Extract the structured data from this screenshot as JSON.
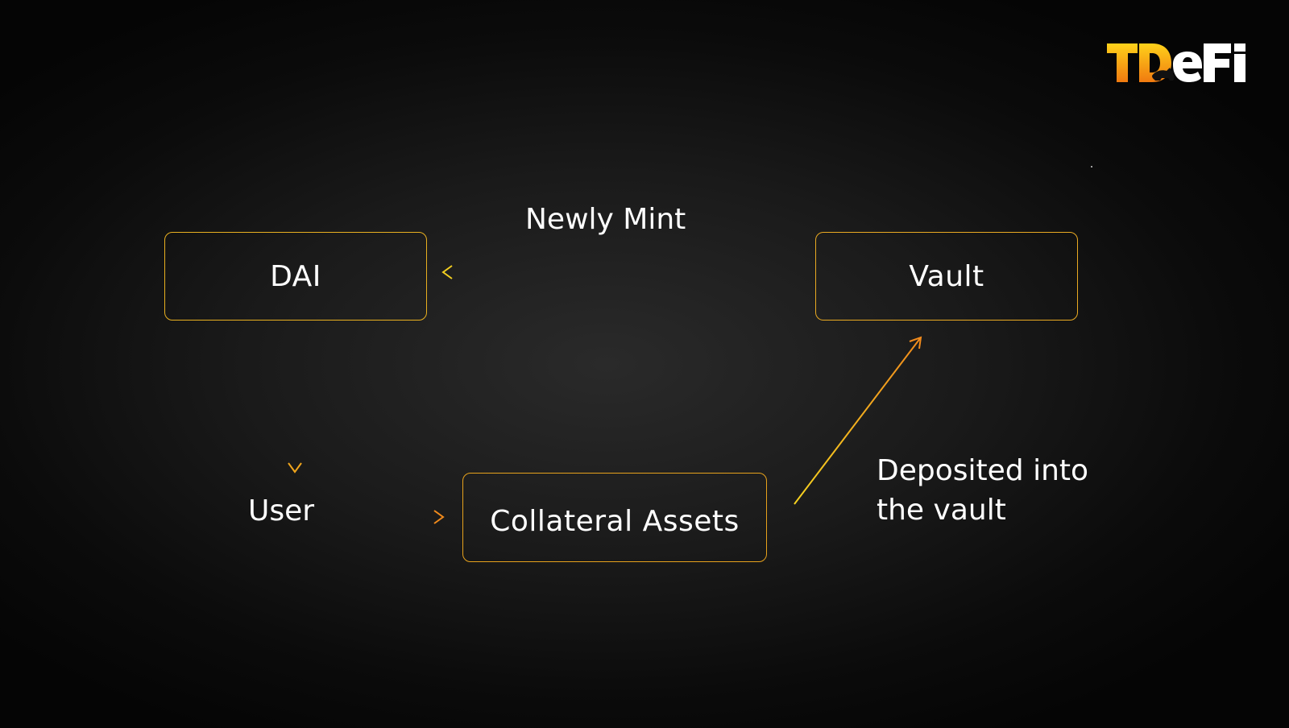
{
  "brand": {
    "logo_text": "TDeFi",
    "logo_icon": "bull-icon"
  },
  "nodes": {
    "dai": "DAI",
    "vault": "Vault",
    "collateral": "Collateral Assets"
  },
  "labels": {
    "newly_mint": "Newly Mint",
    "user": "User",
    "deposited_line1": "Deposited into",
    "deposited_line2": "the vault"
  },
  "colors": {
    "accent_yellow": "#f2d21f",
    "accent_orange": "#f08a1c",
    "text": "#ffffff",
    "background": "#121212"
  }
}
